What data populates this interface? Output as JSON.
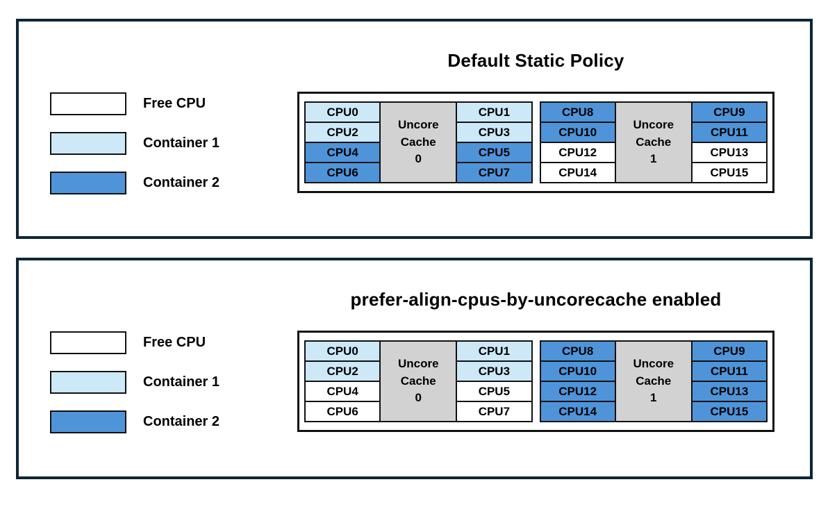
{
  "colors": {
    "free": "#ffffff",
    "container1": "#cde8f7",
    "container2": "#4f94d9",
    "cache": "#d2d2d2",
    "panel_border": "#0d2636",
    "cell_border": "#111111"
  },
  "legend": {
    "items": [
      {
        "key": "free",
        "label": "Free CPU"
      },
      {
        "key": "container1",
        "label": "Container 1"
      },
      {
        "key": "container2",
        "label": "Container 2"
      }
    ]
  },
  "panels": [
    {
      "id": "default-static-policy",
      "title": "Default Static Policy",
      "groups": [
        {
          "cache_label": "Uncore\nCache\n0",
          "left_cpus": [
            {
              "label": "CPU0",
              "assignment": "container1"
            },
            {
              "label": "CPU2",
              "assignment": "container1"
            },
            {
              "label": "CPU4",
              "assignment": "container2"
            },
            {
              "label": "CPU6",
              "assignment": "container2"
            }
          ],
          "right_cpus": [
            {
              "label": "CPU1",
              "assignment": "container1"
            },
            {
              "label": "CPU3",
              "assignment": "container1"
            },
            {
              "label": "CPU5",
              "assignment": "container2"
            },
            {
              "label": "CPU7",
              "assignment": "container2"
            }
          ]
        },
        {
          "cache_label": "Uncore\nCache\n1",
          "left_cpus": [
            {
              "label": "CPU8",
              "assignment": "container2"
            },
            {
              "label": "CPU10",
              "assignment": "container2"
            },
            {
              "label": "CPU12",
              "assignment": "free"
            },
            {
              "label": "CPU14",
              "assignment": "free"
            }
          ],
          "right_cpus": [
            {
              "label": "CPU9",
              "assignment": "container2"
            },
            {
              "label": "CPU11",
              "assignment": "container2"
            },
            {
              "label": "CPU13",
              "assignment": "free"
            },
            {
              "label": "CPU15",
              "assignment": "free"
            }
          ]
        }
      ]
    },
    {
      "id": "prefer-align-cpus-by-uncorecache",
      "title": "prefer-align-cpus-by-uncorecache enabled",
      "groups": [
        {
          "cache_label": "Uncore\nCache\n0",
          "left_cpus": [
            {
              "label": "CPU0",
              "assignment": "container1"
            },
            {
              "label": "CPU2",
              "assignment": "container1"
            },
            {
              "label": "CPU4",
              "assignment": "free"
            },
            {
              "label": "CPU6",
              "assignment": "free"
            }
          ],
          "right_cpus": [
            {
              "label": "CPU1",
              "assignment": "container1"
            },
            {
              "label": "CPU3",
              "assignment": "container1"
            },
            {
              "label": "CPU5",
              "assignment": "free"
            },
            {
              "label": "CPU7",
              "assignment": "free"
            }
          ]
        },
        {
          "cache_label": "Uncore\nCache\n1",
          "left_cpus": [
            {
              "label": "CPU8",
              "assignment": "container2"
            },
            {
              "label": "CPU10",
              "assignment": "container2"
            },
            {
              "label": "CPU12",
              "assignment": "container2"
            },
            {
              "label": "CPU14",
              "assignment": "container2"
            }
          ],
          "right_cpus": [
            {
              "label": "CPU9",
              "assignment": "container2"
            },
            {
              "label": "CPU11",
              "assignment": "container2"
            },
            {
              "label": "CPU13",
              "assignment": "container2"
            },
            {
              "label": "CPU15",
              "assignment": "container2"
            }
          ]
        }
      ]
    }
  ]
}
